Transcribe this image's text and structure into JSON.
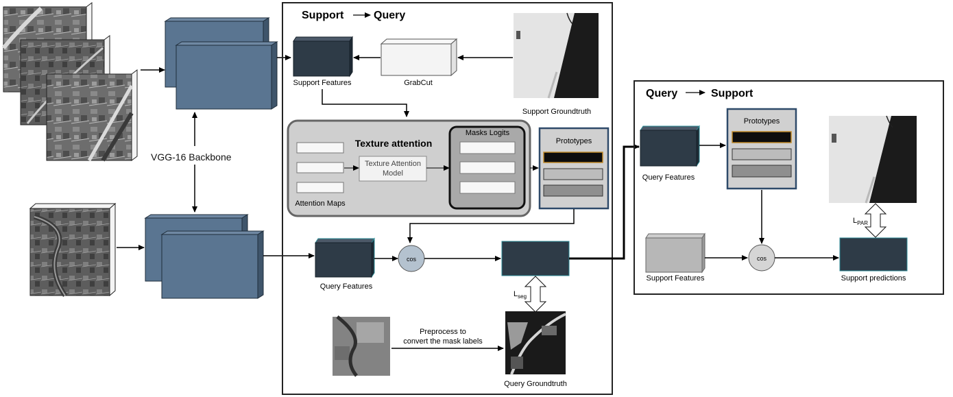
{
  "support_query": {
    "title_left": "Support",
    "title_right": "Query",
    "support_features": "Support Features",
    "grabcut": "GrabCut",
    "support_groundtruth": "Support Groundtruth",
    "texture_attention_title": "Texture attention",
    "texture_attention_model_line1": "Texture Attention",
    "texture_attention_model_line2": "Model",
    "attention_maps": "Attention Maps",
    "masks_logits": "Masks Logits",
    "prototypes": "Prototypes",
    "query_features": "Query Features",
    "cos": "cos",
    "loss_seg_main": "L",
    "loss_seg_sub": "seg",
    "preprocess_line1": "Preprocess to",
    "preprocess_line2": "convert the mask labels",
    "query_groundtruth": "Query Groundtruth"
  },
  "backbone": {
    "label": "VGG-16 Backbone"
  },
  "query_support": {
    "title_left": "Query",
    "title_right": "Support",
    "query_features": "Query Features",
    "prototypes": "Prototypes",
    "support_features": "Support Features",
    "cos": "cos",
    "support_predictions": "Support predictions",
    "loss_par_main": "L",
    "loss_par_sub": "PAR"
  },
  "colors": {
    "backbone_block": "#5a7591",
    "feature_block": "#2e3b47",
    "panel_gray": "#cfcfcf",
    "prototype_highlight": "#c08a2a"
  }
}
